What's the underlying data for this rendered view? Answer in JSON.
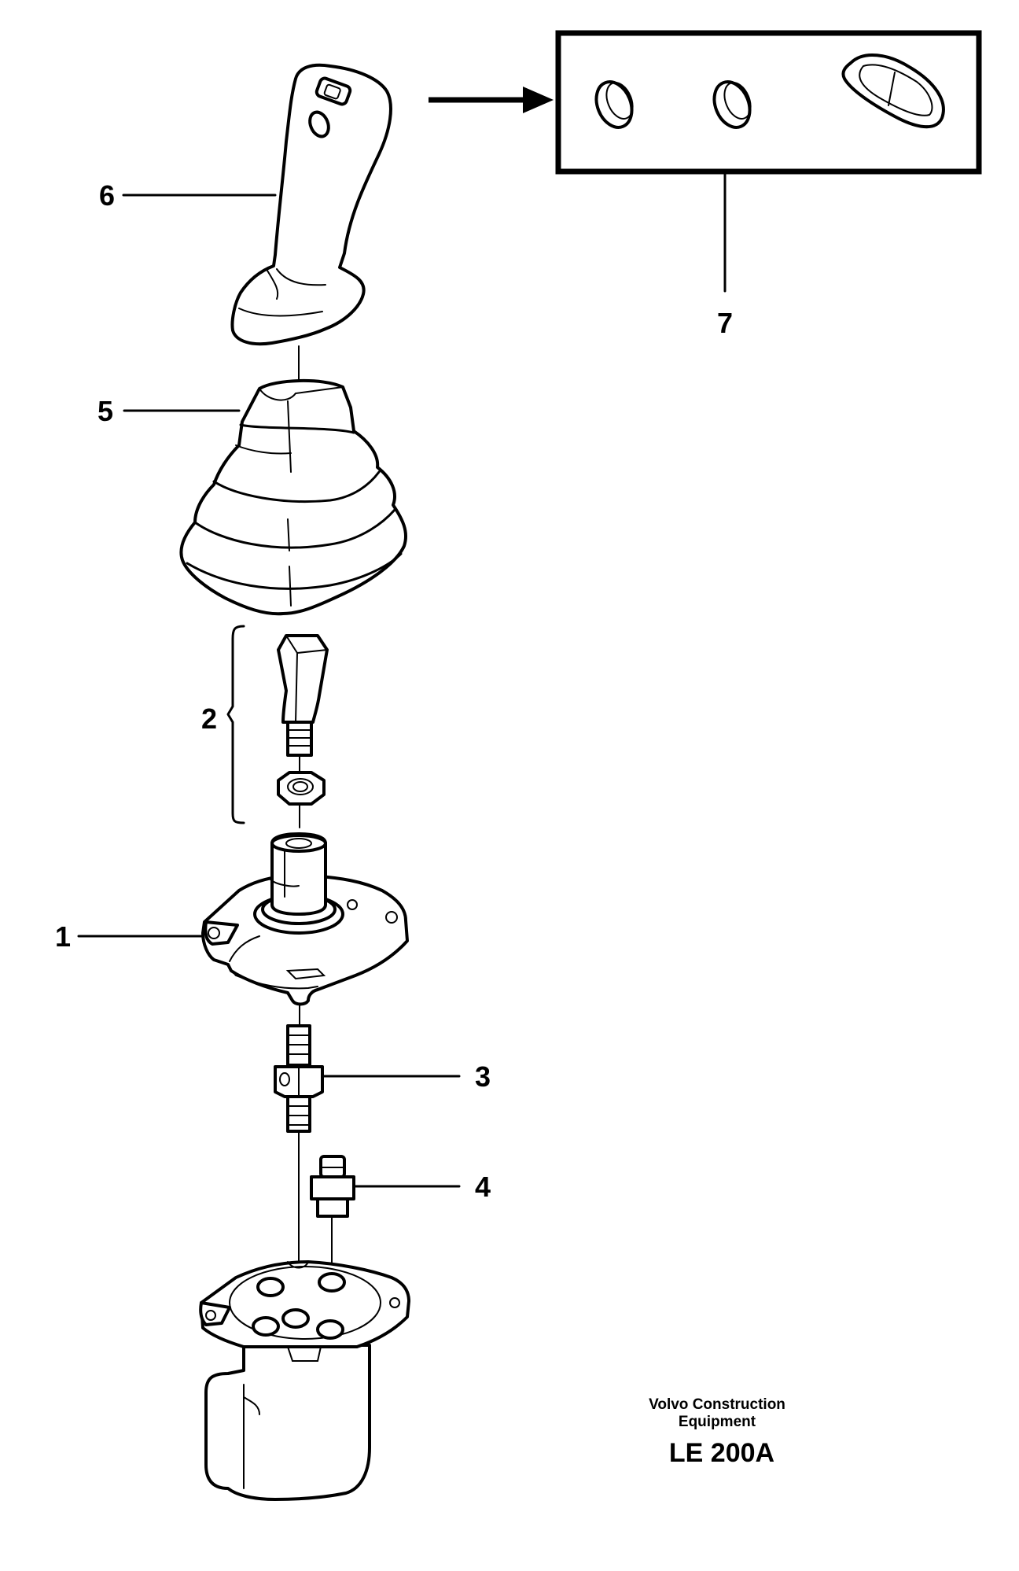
{
  "callouts": {
    "c1": "1",
    "c2": "2",
    "c3": "3",
    "c4": "4",
    "c5": "5",
    "c6": "6",
    "c7": "7"
  },
  "footer": {
    "brand_line1": "Volvo Construction",
    "brand_line2": "Equipment",
    "code": "LE 200A"
  }
}
